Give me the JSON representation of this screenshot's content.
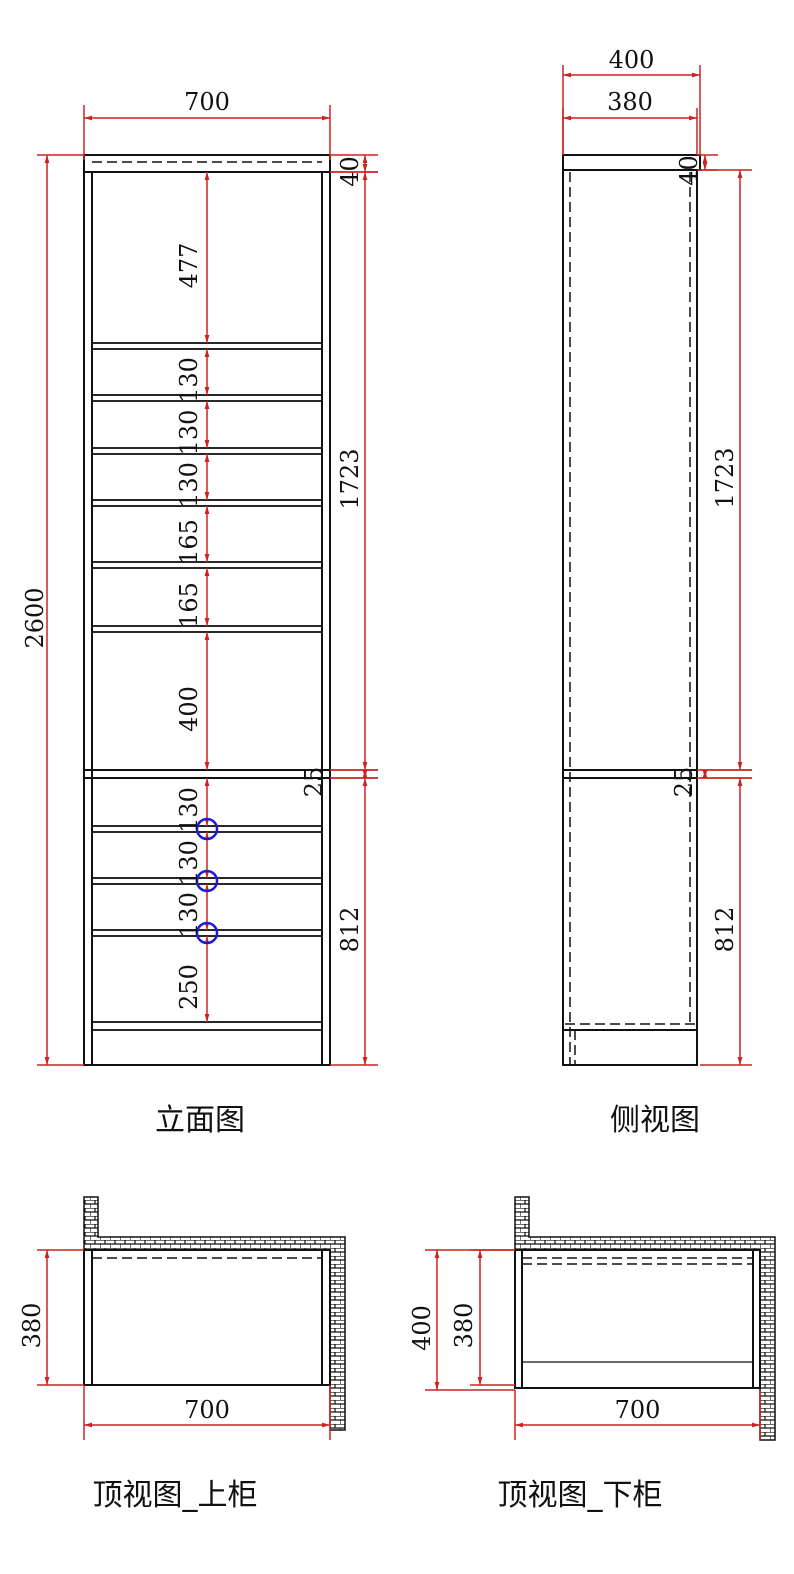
{
  "colors": {
    "line": "#111111",
    "dimension": "#cc2222",
    "marker": "#1a1ad8"
  },
  "elevation": {
    "title": "立面图",
    "width": "700",
    "height": "2600",
    "top_board": "40",
    "upper_height": "1723",
    "divider": "25",
    "lower_height": "812",
    "spacings": [
      "477",
      "130",
      "130",
      "130",
      "165",
      "165",
      "400",
      "130",
      "130",
      "130",
      "250"
    ]
  },
  "side": {
    "title": "侧视图",
    "depth": "400",
    "inner_depth": "380",
    "top_board": "40",
    "upper_height": "1723",
    "divider": "25",
    "lower_height": "812"
  },
  "top_upper": {
    "title": "顶视图_上柜",
    "depth": "380",
    "width": "700"
  },
  "top_lower": {
    "title": "顶视图_下柜",
    "depth": "400",
    "inner_depth": "380",
    "width": "700"
  }
}
